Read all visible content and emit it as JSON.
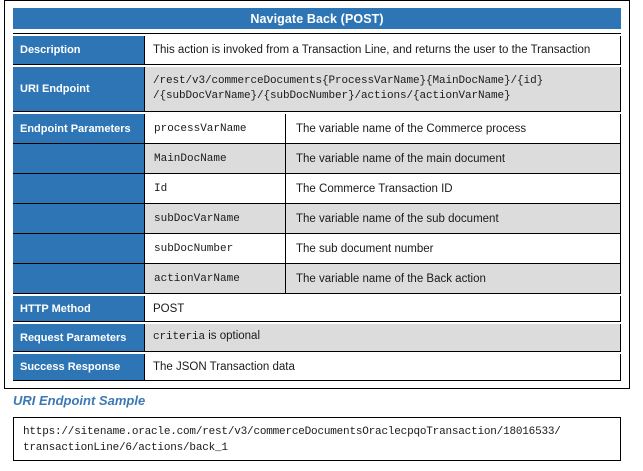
{
  "document": {
    "title": "Navigate Back (POST)",
    "accent_color": "#2E75B6",
    "shaded_row_color": "#DCDCDC"
  },
  "table": {
    "rows": [
      {
        "label": "Description",
        "value": "This action is invoked from a Transaction Line, and returns the user to the Transaction"
      },
      {
        "label": "URI Endpoint",
        "value_line1": "/rest/v3/commerceDocuments{ProcessVarName}{MainDocName}/{id}",
        "value_line2": "/{subDocVarName}/{subDocNumber}/actions/{actionVarName}"
      },
      {
        "label": "HTTP Method",
        "value": "POST"
      },
      {
        "label": "Request Parameters",
        "value": "criteria is optional",
        "value_code": "criteria",
        "value_rest": " is optional"
      },
      {
        "label": "Success Response",
        "value": "The JSON Transaction data"
      }
    ],
    "endpoint_parameters_label": "Endpoint Parameters",
    "endpoint_parameters": [
      {
        "name": "processVarName",
        "description": "The variable name of the Commerce process"
      },
      {
        "name": "MainDocName",
        "description": "The variable name of the main document"
      },
      {
        "name": "Id",
        "description": "The Commerce Transaction ID"
      },
      {
        "name": "subDocVarName",
        "description": "The variable name of the sub document"
      },
      {
        "name": "subDocNumber",
        "description": "The sub document number"
      },
      {
        "name": "actionVarName",
        "description": "The variable name of the Back action"
      }
    ]
  },
  "sample": {
    "heading": "URI Endpoint Sample",
    "line1": "https://sitename.oracle.com/rest/v3/commerceDocumentsOraclecpqoTransaction/18016533/",
    "line2": "transactionLine/6/actions/back_1"
  }
}
